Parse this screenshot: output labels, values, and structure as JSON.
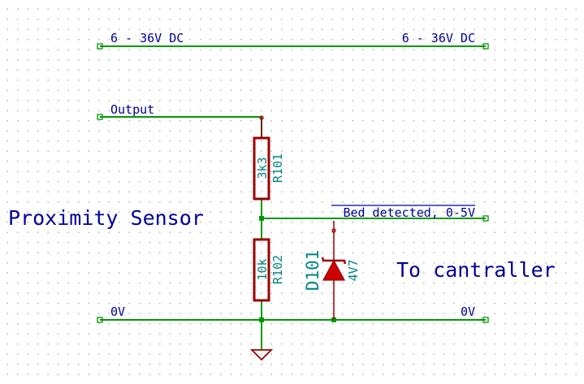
{
  "labels": {
    "vin_left": "6 - 36V DC",
    "vin_right": "6 - 36V DC",
    "output": "Output",
    "bed_detected": "Bed detected, 0-5V",
    "gnd_left": "0V",
    "gnd_right": "0V",
    "proximity_sensor": "Proximity Sensor",
    "to_controller": "To cantraller"
  },
  "components": {
    "r101": {
      "ref": "R101",
      "value": "3k3"
    },
    "r102": {
      "ref": "R102",
      "value": "10k"
    },
    "d101": {
      "ref": "D101",
      "value": "4V7"
    }
  },
  "colors": {
    "wire": "#009900",
    "component": "#990000",
    "label": "#000099",
    "refdes": "#008484",
    "grid": "#b8b8b8",
    "background": "#ffffff"
  }
}
